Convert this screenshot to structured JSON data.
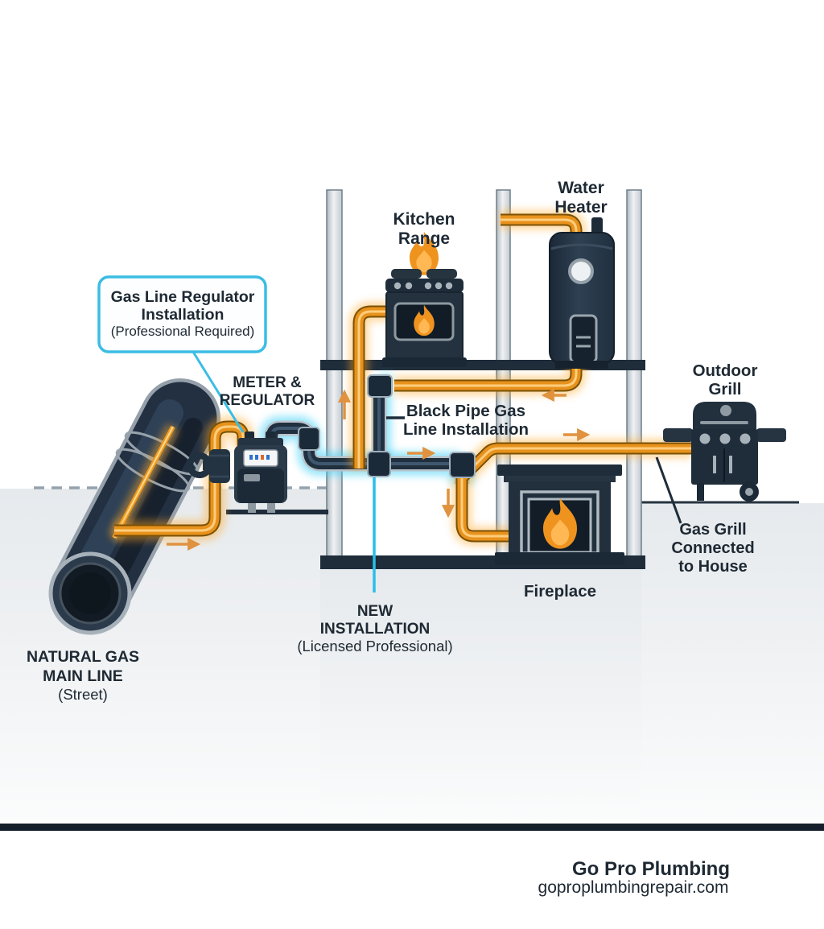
{
  "title": "Residential gas line installation diagram",
  "colors": {
    "pipe_orange": "#e8921c",
    "pipe_black": "#20303f",
    "glow_cyan": "#3fd0f6",
    "navy": "#1f2d3b",
    "callout_border": "#3bbde4",
    "arrow_orange": "#e0923f",
    "bottom_bar": "#141f2b"
  },
  "callout": {
    "line1": "Gas Line Regulator",
    "line2": "Installation",
    "line3": "(Professional Required)"
  },
  "labels": {
    "meter": {
      "line1": "METER &",
      "line2": "REGULATOR"
    },
    "kitchen_range": {
      "line1": "Kitchen",
      "line2": "Range"
    },
    "water_heater": {
      "line1": "Water",
      "line2": "Heater"
    },
    "outdoor_grill": {
      "line1": "Outdoor",
      "line2": "Grill"
    },
    "black_pipe": {
      "line1": "Black Pipe Gas",
      "line2": "Line Installation"
    },
    "new_installation": {
      "line1": "NEW",
      "line2": "INSTALLATION",
      "line3": "(Licensed Professional)"
    },
    "main_line": {
      "line1": "NATURAL GAS",
      "line2": "MAIN LINE",
      "line3": "(Street)"
    },
    "fireplace": {
      "line1": "Fireplace"
    },
    "gas_grill": {
      "line1": "Gas Grill",
      "line2": "Connected",
      "line3": "to House"
    }
  },
  "footer": {
    "brand": "Go Pro Plumbing",
    "website": "goproplumbingrepair.com"
  }
}
